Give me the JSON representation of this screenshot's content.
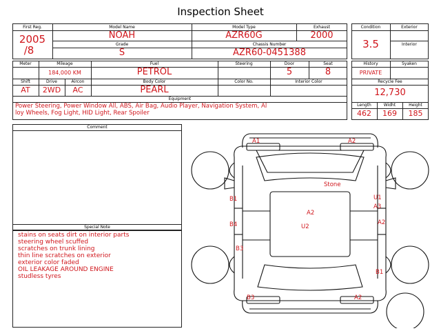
{
  "header": {
    "title": "Inspection Sheet"
  },
  "vehicle": {
    "labels": {
      "first_reg": "First Reg.",
      "model_name": "Model Name",
      "model_type": "Model Type",
      "exhaust": "Exhaust",
      "grade": "Grade",
      "chassis_number": "Chassis Number",
      "meter": "Meter",
      "mileage": "Mileage",
      "fuel": "Fuel",
      "steering": "Steering",
      "door": "Door",
      "seat": "Seat",
      "shift": "Shift",
      "drive": "Drive",
      "aircon": "Aircon",
      "body_color": "Body Color",
      "color_no": "Color No.",
      "interior_color": "Interior Color",
      "equipment": "Equipment"
    },
    "first_reg_year": "2005",
    "first_reg_month": "/8",
    "model_name": "NOAH",
    "model_type": "AZR60G",
    "exhaust": "2000",
    "grade": "S",
    "chassis_number": "AZR60-0451388",
    "meter": "",
    "mileage": "184,000 KM",
    "fuel": "PETROL",
    "steering": "",
    "door": "5",
    "seat": "8",
    "shift": "AT",
    "drive": "2WD",
    "aircon": "AC",
    "body_color": "PEARL",
    "color_no": "",
    "interior_color": "",
    "equipment_line1": "Power Steering, Power Window  All, ABS, Air Bag, Audio Player, Navigation System, Al",
    "equipment_line2": "loy Wheels, Fog Light, HID Light, Rear Spoiler"
  },
  "condition": {
    "labels": {
      "condition": "Condition",
      "exterior": "Exterior",
      "interior": "Interior",
      "history": "History",
      "syaken": "Syaken",
      "recycle_fee": "Recycle Fee",
      "length": "Length",
      "width": "Widht",
      "height": "Height"
    },
    "score": "3.5",
    "exterior": "",
    "interior": "",
    "history": "PRIVATE",
    "syaken": "",
    "recycle_fee": "12,730",
    "length": "462",
    "width": "169",
    "height": "185"
  },
  "comment": {
    "label": "Comment",
    "text": ""
  },
  "special_note": {
    "label": "Special Note",
    "items": [
      "stains on seats dirt on interior parts",
      "steering wheel scuffed",
      "scratches on trunk lining",
      "thin line scratches on exterior",
      "exterior color faded",
      "OIL LEAKAGE AROUND ENGINE",
      "studless tyres"
    ]
  },
  "damage_marks": {
    "a1": "A1",
    "a2_top": "A2",
    "stone": "Stone",
    "b1_left": "B1",
    "u1": "U1",
    "a3": "A3",
    "a2_center": "A2",
    "b4": "B4",
    "u2": "U2",
    "a2_right": "A2",
    "b3_left": "B3",
    "b1_bottom": "B1",
    "b3_bottom": "B3",
    "a2_bottom": "A2"
  }
}
